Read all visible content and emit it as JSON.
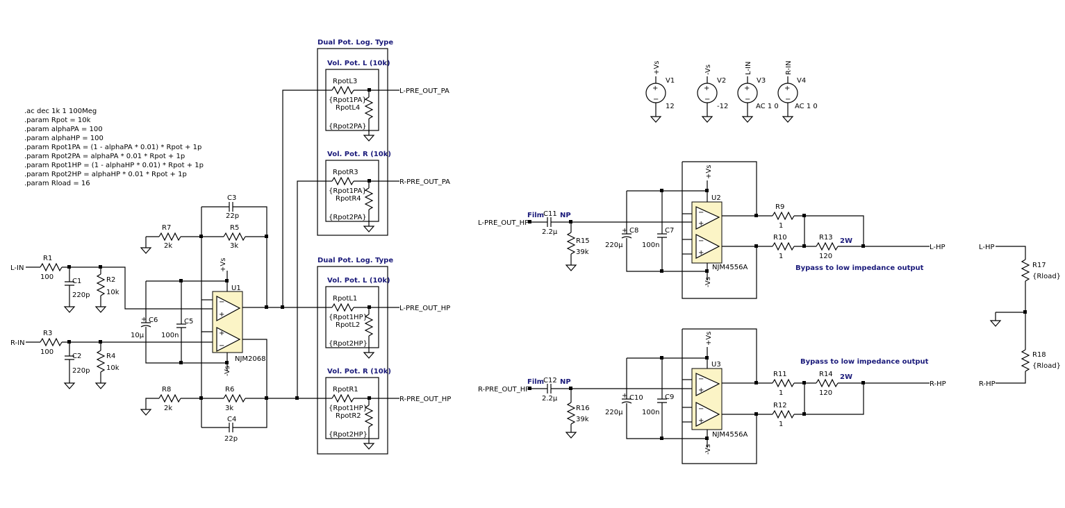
{
  "directives": [
    ".ac dec 1k 1 100Meg",
    ".param Rpot = 10k",
    ".param alphaPA = 100",
    ".param alphaHP = 100",
    ".param Rpot1PA = (1 - alphaPA * 0.01) * Rpot + 1p",
    ".param Rpot2PA = alphaPA * 0.01 * Rpot + 1p",
    ".param Rpot1HP = (1 - alphaHP * 0.01) * Rpot + 1p",
    ".param Rpot2HP = alphaHP * 0.01 * Rpot + 1p",
    ".param Rload = 16"
  ],
  "sources": [
    {
      "net": "+Vs",
      "name": "V1",
      "value": "12"
    },
    {
      "net": "-Vs",
      "name": "V2",
      "value": "-12"
    },
    {
      "net": "L-IN",
      "name": "V3",
      "value": "AC 1 0"
    },
    {
      "net": "R-IN",
      "name": "V4",
      "value": "AC 1 0"
    }
  ],
  "pot_groups": [
    {
      "title": "Dual Pot. Log. Type",
      "pots": [
        {
          "title": "Vol. Pot. L (10k)",
          "r1": "RpotL3",
          "r1v": "{Rpot1PA}",
          "r2": "RpotL4",
          "r2v": "{Rpot2PA}"
        },
        {
          "title": "Vol. Pot. R (10k)",
          "r1": "RpotR3",
          "r1v": "{Rpot1PA}",
          "r2": "RpotR4",
          "r2v": "{Rpot2PA}"
        }
      ]
    },
    {
      "title": "Dual Pot. Log. Type",
      "pots": [
        {
          "title": "Vol. Pot. L (10k)",
          "r1": "RpotL1",
          "r1v": "{Rpot1HP}",
          "r2": "RpotL2",
          "r2v": "{Rpot2HP}"
        },
        {
          "title": "Vol. Pot. R (10k)",
          "r1": "RpotR1",
          "r1v": "{Rpot1HP}",
          "r2": "RpotR2",
          "r2v": "{Rpot2HP}"
        }
      ]
    }
  ],
  "net_labels": {
    "l_in": "L-IN",
    "r_in": "R-IN",
    "l_pre_out_pa": "L-PRE_OUT_PA",
    "r_pre_out_pa": "R-PRE_OUT_PA",
    "l_pre_out_hp": "L-PRE_OUT_HP",
    "r_pre_out_hp": "R-PRE_OUT_HP",
    "l_hp": "L-HP",
    "r_hp": "R-HP",
    "pos_supply": "+Vs",
    "neg_supply": "-Vs"
  },
  "components": {
    "R1": {
      "name": "R1",
      "value": "100"
    },
    "R2": {
      "name": "R2",
      "value": "10k"
    },
    "R3": {
      "name": "R3",
      "value": "100"
    },
    "R4": {
      "name": "R4",
      "value": "10k"
    },
    "C1": {
      "name": "C1",
      "value": "220p"
    },
    "C2": {
      "name": "C2",
      "value": "220p"
    },
    "R7": {
      "name": "R7",
      "value": "2k"
    },
    "R5": {
      "name": "R5",
      "value": "3k"
    },
    "C3": {
      "name": "C3",
      "value": "22p"
    },
    "R8": {
      "name": "R8",
      "value": "2k"
    },
    "R6": {
      "name": "R6",
      "value": "3k"
    },
    "C4": {
      "name": "C4",
      "value": "22p"
    },
    "C6": {
      "name": "C6",
      "value": "10µ"
    },
    "C5": {
      "name": "C5",
      "value": "100n"
    },
    "U1": {
      "name": "U1",
      "value": "NJM2068"
    },
    "C11": {
      "name": "C11",
      "value": "2.2µ",
      "tag1": "Film",
      "tag2": "NP"
    },
    "R15": {
      "name": "R15",
      "value": "39k"
    },
    "C8": {
      "name": "C8",
      "value": "220µ"
    },
    "C7": {
      "name": "C7",
      "value": "100n"
    },
    "U2": {
      "name": "U2",
      "value": "NJM4556A"
    },
    "R9": {
      "name": "R9",
      "value": "1"
    },
    "R10": {
      "name": "R10",
      "value": "1"
    },
    "R13": {
      "name": "R13",
      "value": "120",
      "power": "2W"
    },
    "C12": {
      "name": "C12",
      "value": "2.2µ",
      "tag1": "Film",
      "tag2": "NP"
    },
    "R16": {
      "name": "R16",
      "value": "39k"
    },
    "C10": {
      "name": "C10",
      "value": "220µ"
    },
    "C9": {
      "name": "C9",
      "value": "100n"
    },
    "U3": {
      "name": "U3",
      "value": "NJM4556A"
    },
    "R11": {
      "name": "R11",
      "value": "1"
    },
    "R12": {
      "name": "R12",
      "value": "1"
    },
    "R14": {
      "name": "R14",
      "value": "120",
      "power": "2W"
    },
    "R17": {
      "name": "R17",
      "value": "{Rload}"
    },
    "R18": {
      "name": "R18",
      "value": "{Rload}"
    }
  },
  "notes": {
    "bypass_l": "Bypass to low impedance output",
    "bypass_r": "Bypass to low impedance output"
  }
}
